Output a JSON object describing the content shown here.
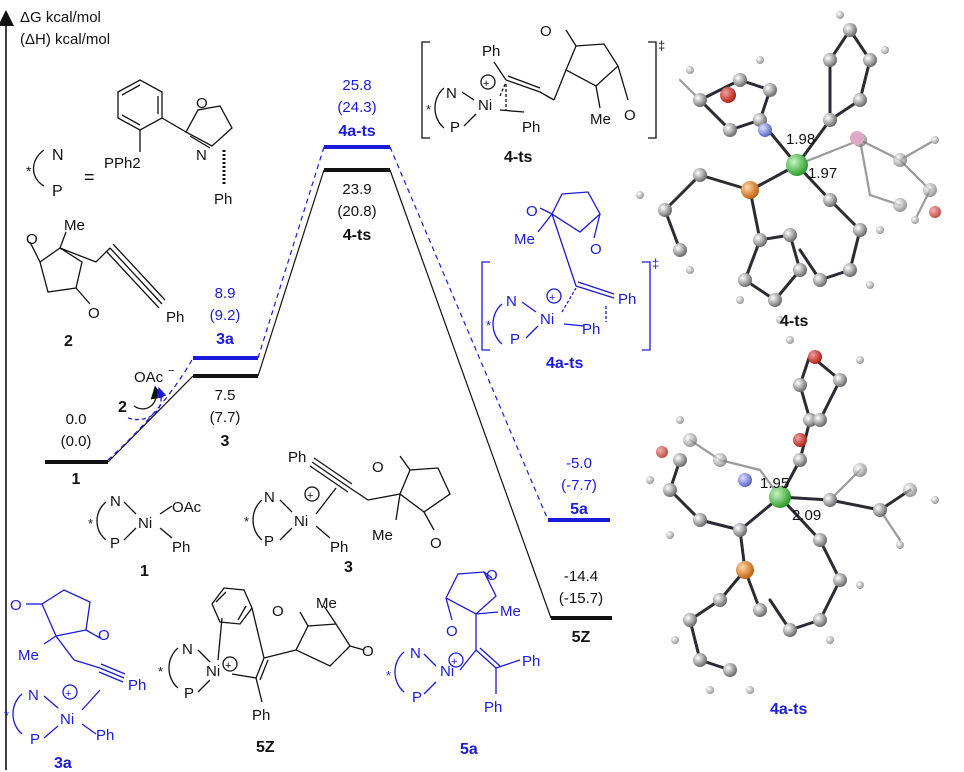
{
  "axis": {
    "ylabel_G": "ΔG  kcal/mol",
    "ylabel_H": "(ΔH) kcal/mol"
  },
  "colors": {
    "black_path": "#111111",
    "blue_path": "#1a1adc",
    "ni": "#3fbf3f",
    "p": "#d97a1e",
    "n": "#6f7fd8",
    "o": "#c0392b"
  },
  "ligand_key": {
    "star": "*",
    "n": "N",
    "p": "P",
    "equals": "=",
    "pph2": "PPh2",
    "o": "O",
    "n2": "N",
    "ph": "Ph"
  },
  "levels": {
    "l1": {
      "dG": "0.0",
      "dH": "(0.0)",
      "name": "1"
    },
    "l3": {
      "dG": "7.5",
      "dH": "(7.7)",
      "name": "3"
    },
    "l3a": {
      "dG": "8.9",
      "dH": "(9.2)",
      "name": "3a"
    },
    "l4ts": {
      "dG": "23.9",
      "dH": "(20.8)",
      "name": "4-ts"
    },
    "l4ats": {
      "dG": "25.8",
      "dH": "(24.3)",
      "name": "4a-ts"
    },
    "l5a": {
      "dG": "-5.0",
      "dH": "(-7.7)",
      "name": "5a"
    },
    "l5Z": {
      "dG": "-14.4",
      "dH": "(-15.7)",
      "name": "5Z"
    }
  },
  "reagents": {
    "oac": "OAc",
    "two": "2"
  },
  "structures": {
    "s2": {
      "label": "2",
      "me": "Me",
      "ph": "Ph",
      "o": "O"
    },
    "s1": {
      "label": "1",
      "n": "N",
      "p": "P",
      "ni": "Ni",
      "oac": "OAc",
      "ph": "Ph",
      "star": "*"
    },
    "s3": {
      "label": "3",
      "ph": "Ph",
      "me": "Me",
      "ni": "Ni",
      "n": "N",
      "p": "P",
      "o": "O",
      "star": "*"
    },
    "s3a": {
      "label": "3a",
      "me": "Me",
      "ph": "Ph",
      "ni": "Ni",
      "n": "N",
      "p": "P",
      "o": "O",
      "star": "*"
    },
    "s5Z": {
      "label": "5Z",
      "me": "Me",
      "ph": "Ph",
      "ni": "Ni",
      "n": "N",
      "p": "P",
      "o": "O",
      "star": "*"
    },
    "s5a": {
      "label": "5a",
      "me": "Me",
      "ph": "Ph",
      "ni": "Ni",
      "n": "N",
      "p": "P",
      "o": "O",
      "star": "*"
    },
    "ts4": {
      "label": "4-ts",
      "ph": "Ph",
      "me": "Me",
      "ni": "Ni",
      "n": "N",
      "p": "P",
      "o": "O",
      "dagger": "‡",
      "star": "*"
    },
    "ts4a": {
      "label": "4a-ts",
      "ph": "Ph",
      "me": "Me",
      "ni": "Ni",
      "n": "N",
      "p": "P",
      "o": "O",
      "dagger": "‡",
      "star": "*"
    }
  },
  "models": {
    "m4ts": {
      "label": "4-ts",
      "d1": "1.98",
      "d2": "1.97"
    },
    "m4ats": {
      "label": "4a-ts",
      "d1": "1.95",
      "d2": "2.09"
    }
  }
}
